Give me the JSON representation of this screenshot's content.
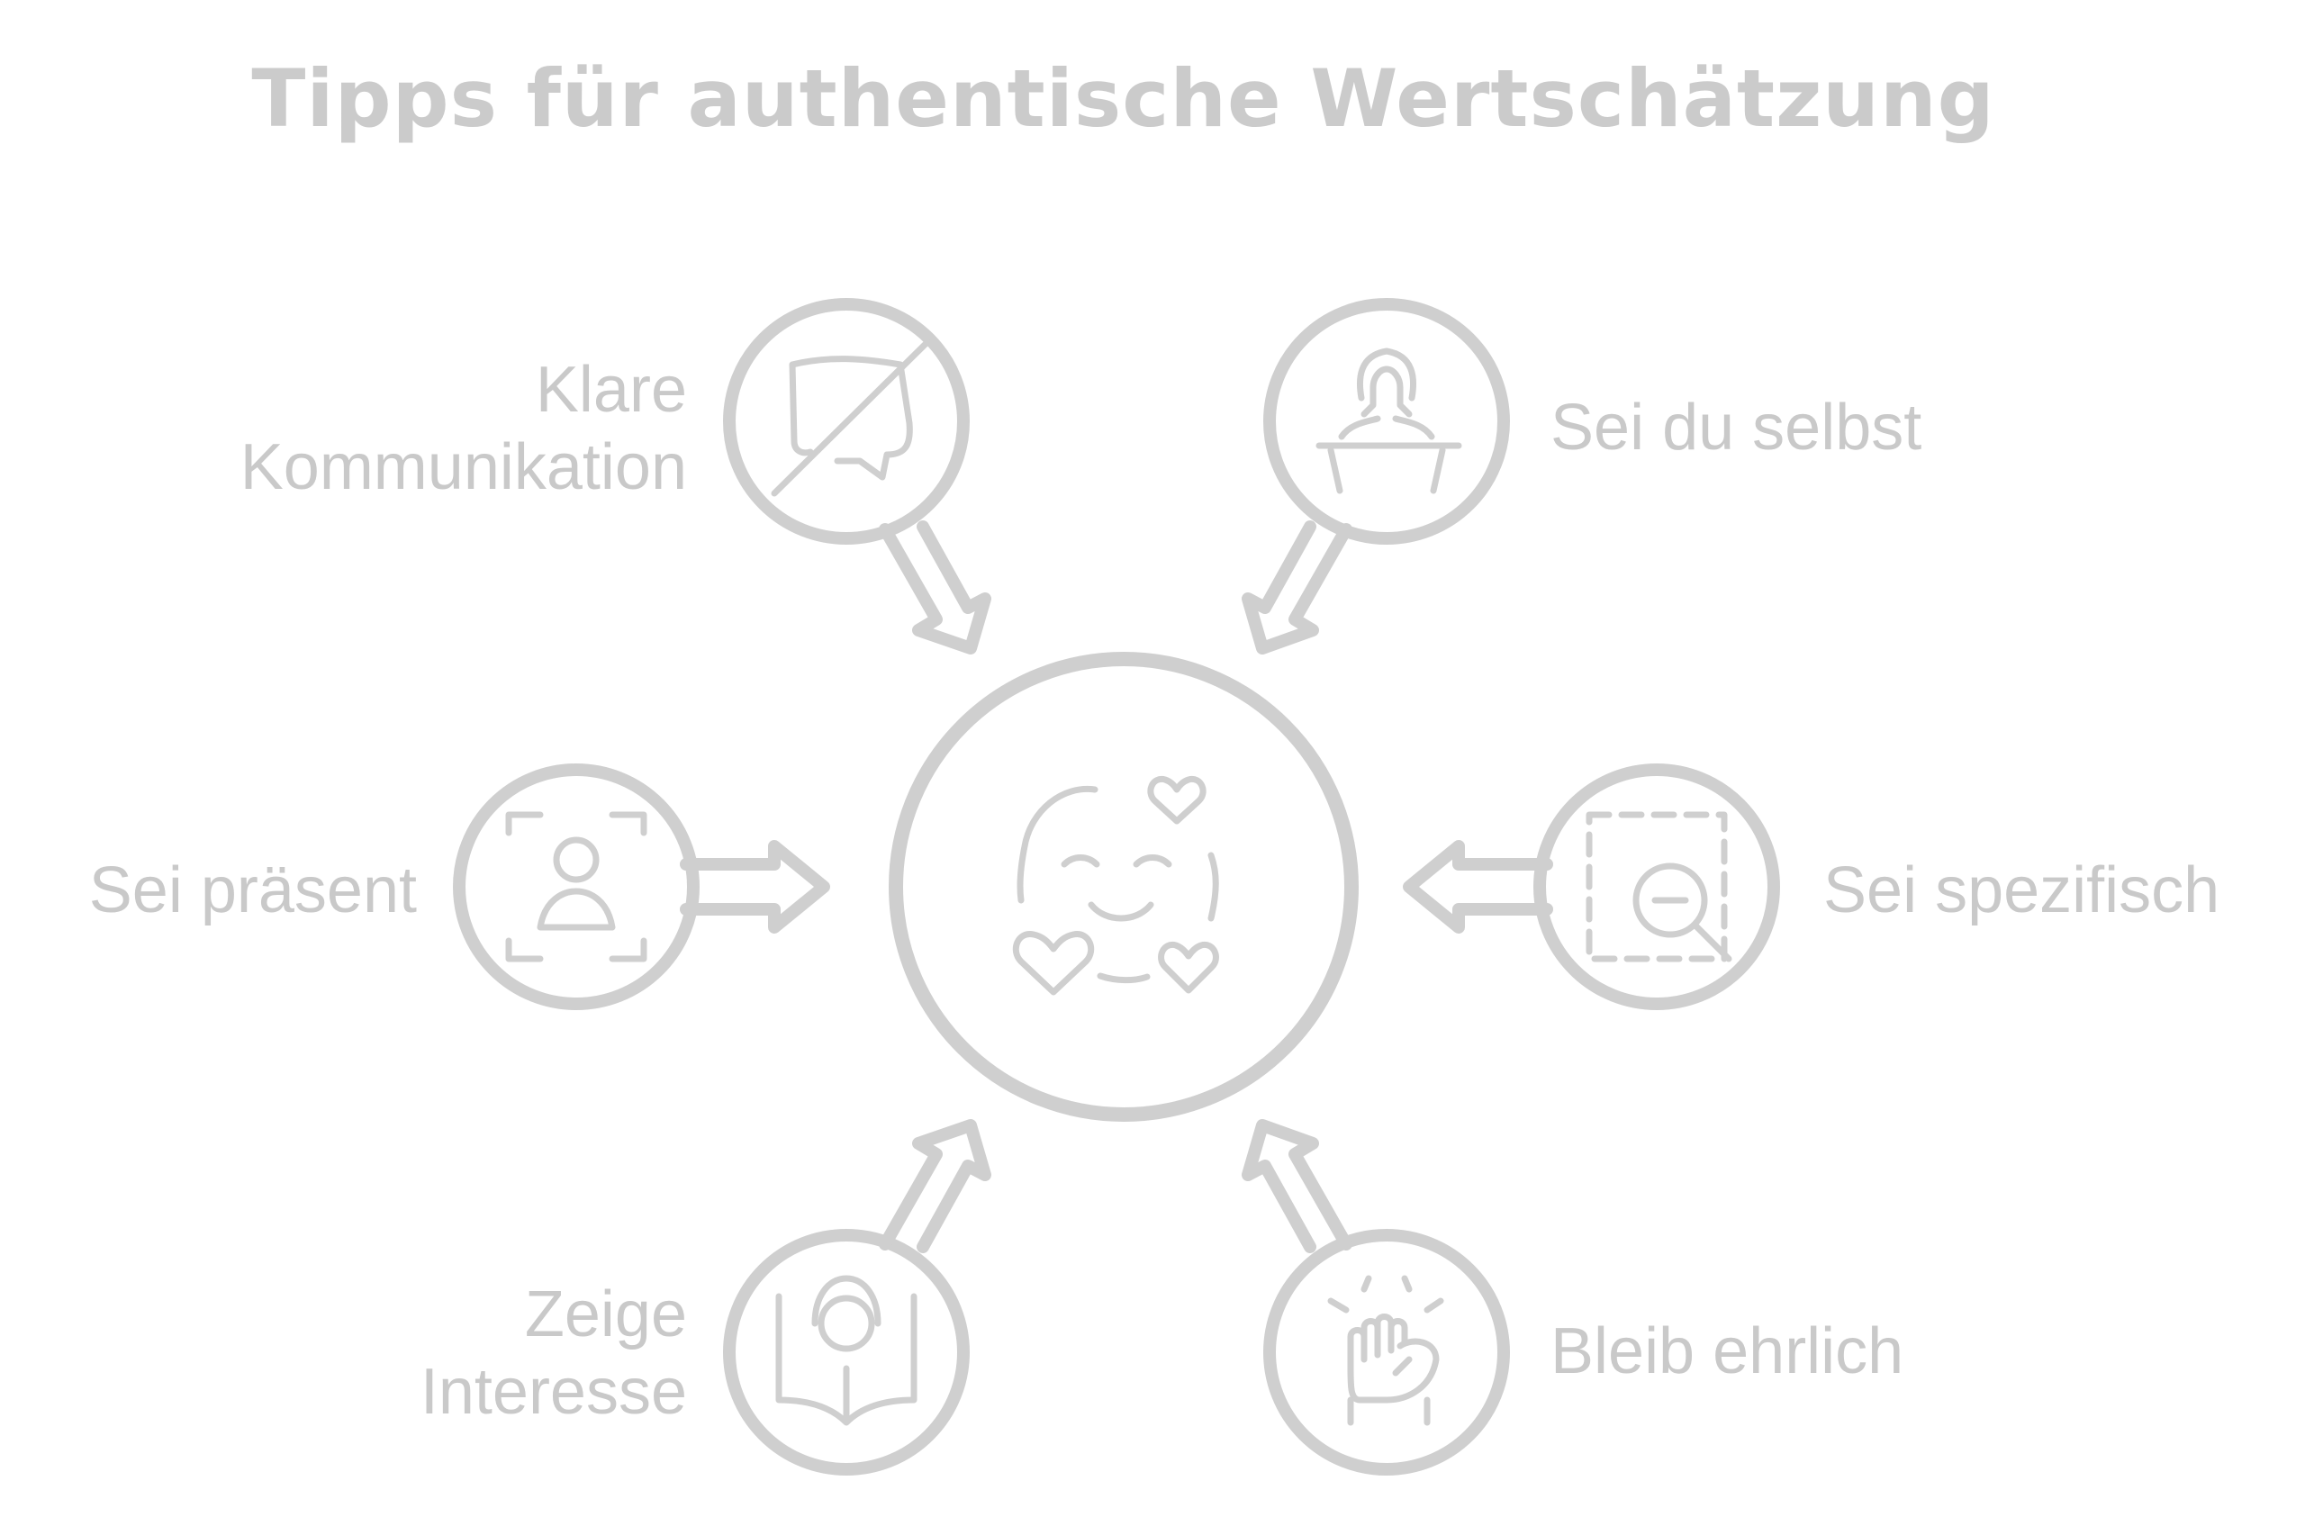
{
  "title": "Tipps für authentische Wertschätzung",
  "center": {
    "icon": "smiling-face-with-hearts-icon"
  },
  "tips": [
    {
      "id": "klare",
      "label": "Klare\nKommunikation",
      "icon": "no-speech-bubble-icon"
    },
    {
      "id": "selbst",
      "label": "Sei du selbst",
      "icon": "person-at-desk-icon"
    },
    {
      "id": "praesent",
      "label": "Sei präsent",
      "icon": "person-in-focus-frame-icon"
    },
    {
      "id": "spezifisch",
      "label": "Sei spezifisch",
      "icon": "magnifier-in-frame-icon"
    },
    {
      "id": "zeige",
      "label": "Zeige\nInteresse",
      "icon": "person-with-book-icon"
    },
    {
      "id": "ehrlich",
      "label": "Bleib ehrlich",
      "icon": "raised-fist-icon"
    }
  ],
  "colors": {
    "stroke": "#cfcfcf",
    "text": "#c9c9c9"
  }
}
